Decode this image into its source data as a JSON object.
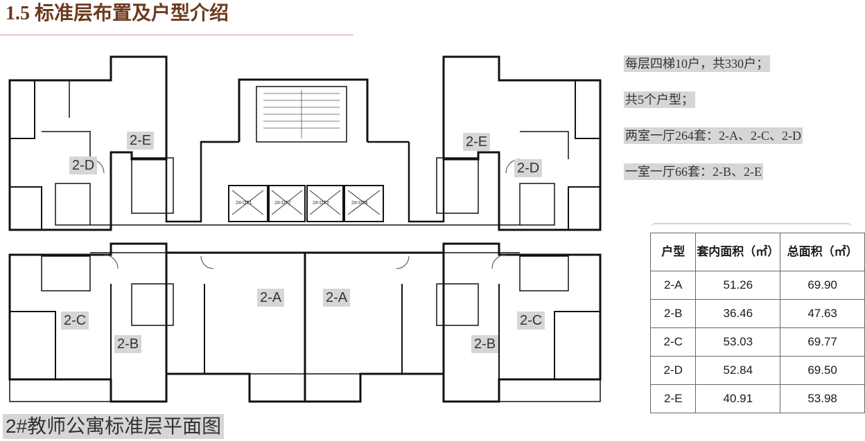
{
  "page": {
    "title": "1.5  标准层布置及户型介绍",
    "caption": "2#教师公寓标准层平面图"
  },
  "info_lines": [
    "每层四梯10户，共330户；",
    "共5个户型；",
    "两室一厅264套：2-A、2-C、2-D",
    "一室一厅66套：2-B、2-E"
  ],
  "unit_labels": {
    "d_left": "2-D",
    "e_left": "2-E",
    "c_left": "2-C",
    "b_left": "2-B",
    "a_left": "2-A",
    "a_right": "2-A",
    "b_right": "2-B",
    "c_right": "2-C",
    "d_right": "2-D",
    "e_right": "2-E"
  },
  "elevators": [
    "2#-DT1",
    "2#-DT2",
    "2#-DT3",
    "2#-DT4"
  ],
  "colors": {
    "title": "#6b3a1e",
    "wall": "#111111",
    "label_bg": "#d6d6d6"
  },
  "table": {
    "headers": [
      "户型",
      "套内面积（㎡）",
      "总面积（㎡）"
    ],
    "rows": [
      [
        "2-A",
        "51.26",
        "69.90"
      ],
      [
        "2-B",
        "36.46",
        "47.63"
      ],
      [
        "2-C",
        "53.03",
        "69.77"
      ],
      [
        "2-D",
        "52.84",
        "69.50"
      ],
      [
        "2-E",
        "40.91",
        "53.98"
      ]
    ]
  }
}
